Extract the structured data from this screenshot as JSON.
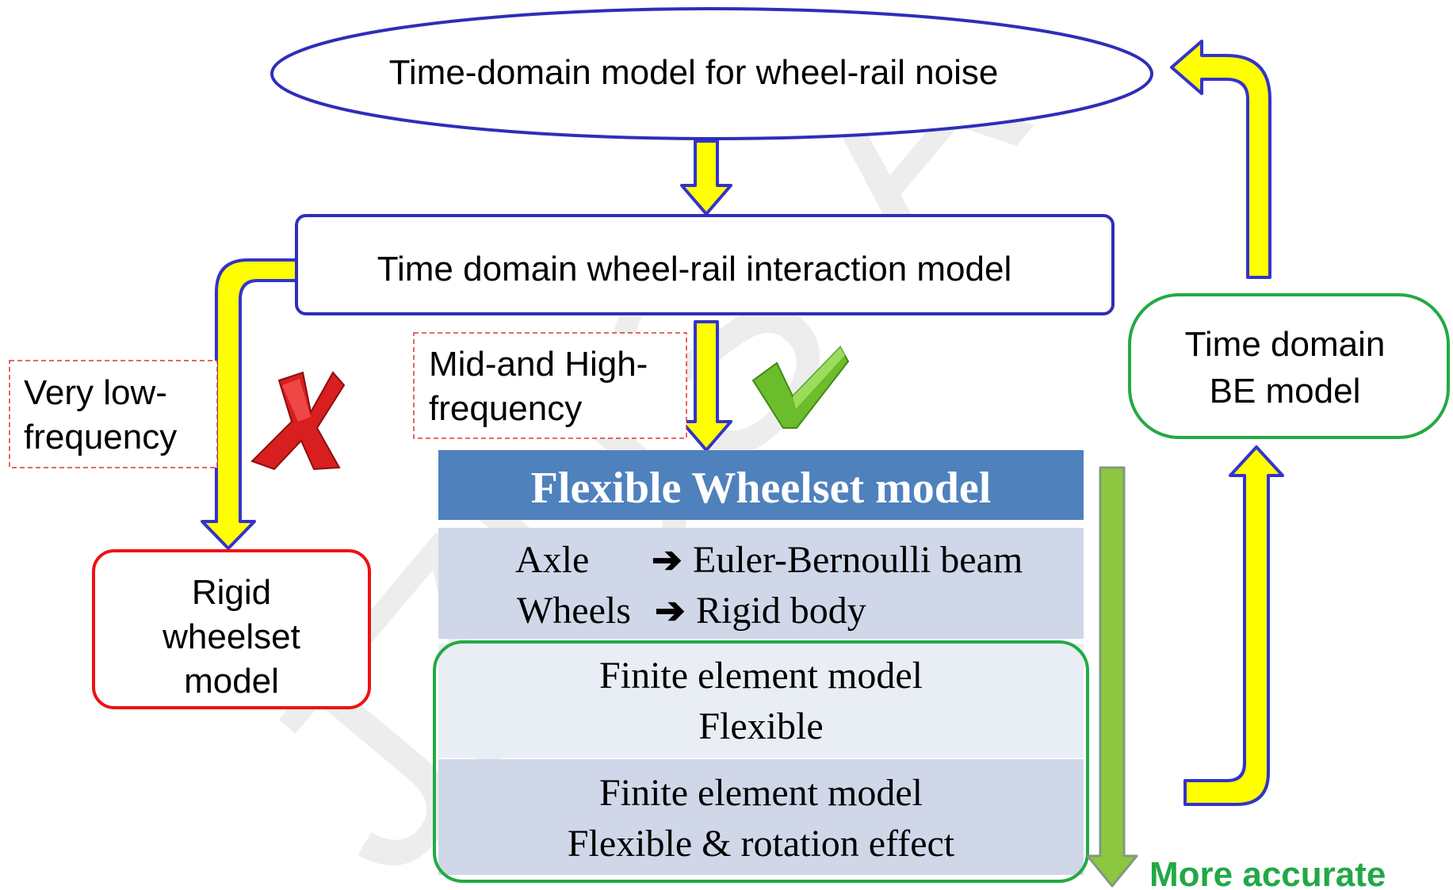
{
  "watermark": "JZUS-A",
  "nodes": {
    "top_model": "Time-domain model for wheel-rail noise",
    "interaction_model": "Time domain wheel-rail interaction model",
    "rigid_model": [
      "Rigid",
      "wheelset",
      "model"
    ],
    "be_model": [
      "Time domain",
      "BE model"
    ]
  },
  "labels": {
    "low_freq": [
      "Very low-",
      "frequency"
    ],
    "mid_high_freq": [
      "Mid-and High-",
      "frequency"
    ],
    "more_accurate": "More accurate"
  },
  "table": {
    "header": "Flexible Wheelset model",
    "rows": [
      {
        "left": "Axle",
        "right": "Euler-Bernoulli beam"
      },
      {
        "left": "Wheels",
        "right": "Rigid body"
      }
    ],
    "fe_rows": [
      {
        "line1": "Finite element model",
        "line2": "Flexible"
      },
      {
        "line1": "Finite element model",
        "line2": "Flexible & rotation effect"
      }
    ]
  },
  "icons": {
    "reject": "red-x-icon",
    "accept": "green-check-icon",
    "implies": "right-arrow-icon"
  },
  "colors": {
    "arrow_fill": "#ffff00",
    "arrow_stroke": "#3333cc",
    "node_stroke": "#2e2eb8",
    "rigid_stroke": "#ee1111",
    "be_stroke": "#22aa44",
    "dashed_stroke": "#dd3333",
    "table_header": "#4f81bd",
    "table_row_dark": "#cfd7e8",
    "table_row_light": "#e9edf4",
    "green_arrow": "#8dc63f",
    "accurate_text": "#22a845",
    "watermark": "#ececec"
  }
}
